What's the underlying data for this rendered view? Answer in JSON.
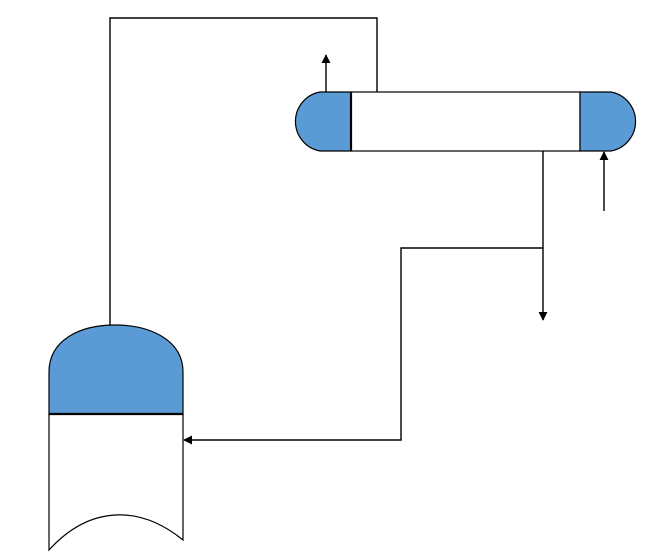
{
  "colors": {
    "vessel_fill": "#5b9bd5",
    "line": "#000000",
    "background": "#ffffff"
  },
  "components": {
    "column": {
      "cap_color": "#5b9bd5"
    },
    "horizontal_drum": {
      "end_cap_color": "#5b9bd5"
    }
  },
  "streams": [
    {
      "name": "column-overhead-line"
    },
    {
      "name": "drum-vapor-outlet"
    },
    {
      "name": "drum-feed-inlet"
    },
    {
      "name": "drum-bottom-outlet"
    },
    {
      "name": "reflux-return-line"
    }
  ]
}
